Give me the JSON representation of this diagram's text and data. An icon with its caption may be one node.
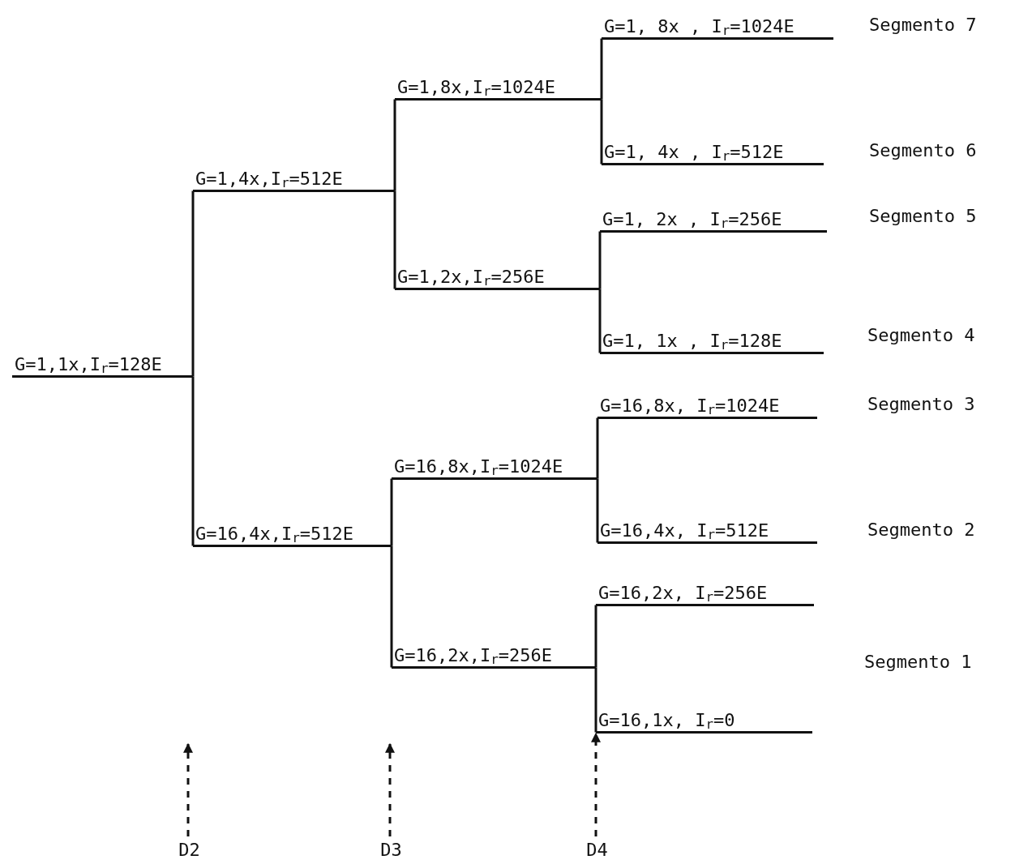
{
  "diagram": {
    "nodes": [
      {
        "text": [
          "G=1,1x,I$_{r}$=128E"
        ]
      },
      {
        "text": [
          "G=1,4x,I$_{r}$=512E"
        ]
      },
      {
        "text": [
          "G=16,4x,I$_{r}$=512E"
        ]
      },
      {
        "text": [
          "G=1,8x,I$_{r}$=1024E"
        ]
      },
      {
        "text": [
          "G=1,2x,I$_{r}$=256E"
        ]
      },
      {
        "text": [
          "G=16,8x,I$_{r}$=1024E"
        ]
      },
      {
        "text": [
          "G=16,2x,I$_{r}$=256E"
        ]
      },
      {
        "text": [
          "G=1, 8x , I$_{r}$=1024E"
        ],
        "beside": [
          "Segmento 7"
        ]
      },
      {
        "text": [
          "G=1, 4x , I$_{r}$=512E"
        ],
        "beside": [
          "Segmento 6"
        ]
      },
      {
        "text": [
          "G=1, 2x , I$_{r}$=256E"
        ],
        "beside": [
          "Segmento 5"
        ]
      },
      {
        "text": [
          "G=1, 1x , I$_{r}$=128E"
        ],
        "beside": [
          "Segmento 4"
        ]
      },
      {
        "text": [
          "G=16,8x, I$_{r}$=1024E"
        ],
        "beside": [
          "Segmento 3"
        ]
      },
      {
        "text": [
          "G=16,4x, I$_{r}$=512E"
        ],
        "beside": [
          "Segmento 2"
        ]
      },
      {
        "text": [
          "G=16,2x, I$_{r}$=256E"
        ]
      },
      {
        "text": [
          "G=16,1x, I$_{r}$=0"
        ]
      },
      {
        "text": [
          "D2"
        ]
      },
      {
        "text": [
          "D3"
        ]
      },
      {
        "text": [
          "D4"
        ]
      }
    ],
    "edges": [
      {
        "from": 0,
        "to": 1,
        "arrow": "none"
      },
      {
        "from": 0,
        "to": 2,
        "arrow": "none"
      },
      {
        "from": 1,
        "to": 3,
        "arrow": "none"
      },
      {
        "from": 1,
        "to": 4,
        "arrow": "none"
      },
      {
        "from": 2,
        "to": 5,
        "arrow": "none"
      },
      {
        "from": 2,
        "to": 6,
        "arrow": "none"
      },
      {
        "from": 3,
        "to": 7,
        "arrow": "none"
      },
      {
        "from": 3,
        "to": 8,
        "arrow": "none"
      },
      {
        "from": 4,
        "to": 9,
        "arrow": "none"
      },
      {
        "from": 4,
        "to": 10,
        "arrow": "none"
      },
      {
        "from": 5,
        "to": 11,
        "arrow": "none"
      },
      {
        "from": 5,
        "to": 12,
        "arrow": "none"
      },
      {
        "from": 6,
        "to": 13,
        "arrow": "none"
      },
      {
        "from": 6,
        "to": 14,
        "arrow": "none"
      },
      {
        "from": 15,
        "to": null,
        "arrow": "to",
        "style": "dashed"
      },
      {
        "from": 16,
        "to": null,
        "arrow": "to",
        "style": "dashed"
      },
      {
        "from": 17,
        "to": 14,
        "arrow": "to",
        "style": "dashed"
      }
    ],
    "labels": [
      "Segmento 1"
    ]
  }
}
